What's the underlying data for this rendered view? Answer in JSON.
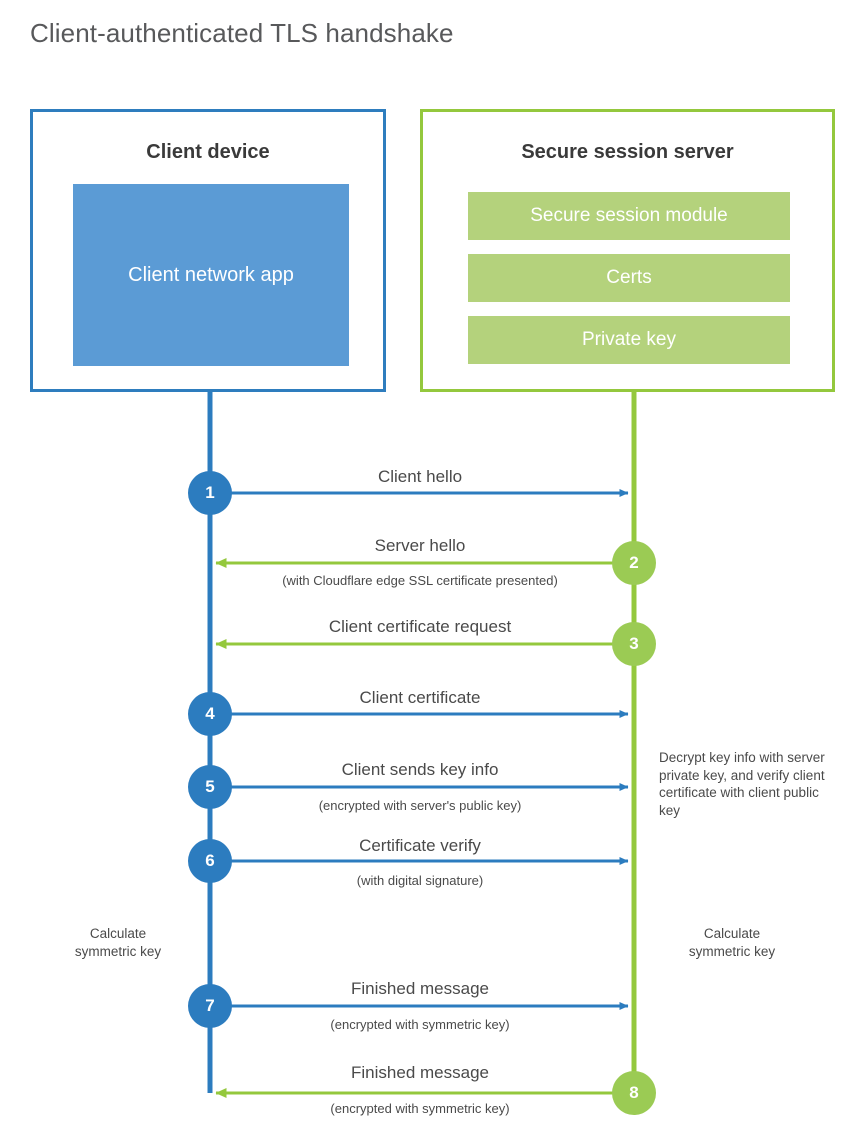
{
  "page": {
    "title": "Client-authenticated TLS handshake",
    "colors": {
      "client_blue": "#2E7DBE",
      "client_app_fill": "#5B9BD5",
      "server_green": "#94C83D",
      "server_bar_fill": "#B4D27C",
      "step_circle_blue": "#2C7CBF",
      "step_circle_green": "#9BCB54",
      "text": "#4a4a4a"
    }
  },
  "client": {
    "title": "Client device",
    "app_label": "Client network app"
  },
  "server": {
    "title": "Secure session server",
    "components": [
      {
        "label": "Secure session module"
      },
      {
        "label": "Certs"
      },
      {
        "label": "Private key"
      }
    ]
  },
  "notes": {
    "decrypt": "Decrypt key info with server private key, and verify client certificate with client public key",
    "calculate_client": "Calculate symmetric key",
    "calculate_server": "Calculate symmetric key"
  },
  "steps": [
    {
      "num": "1",
      "label": "Client hello",
      "sub": "",
      "direction": "client-to-server",
      "color": "blue"
    },
    {
      "num": "2",
      "label": "Server hello",
      "sub": "(with Cloudflare edge SSL certificate presented)",
      "direction": "server-to-client",
      "color": "green"
    },
    {
      "num": "3",
      "label": "Client certificate request",
      "sub": "",
      "direction": "server-to-client",
      "color": "green"
    },
    {
      "num": "4",
      "label": "Client certificate",
      "sub": "",
      "direction": "client-to-server",
      "color": "blue"
    },
    {
      "num": "5",
      "label": "Client sends key info",
      "sub": "(encrypted with server's public key)",
      "direction": "client-to-server",
      "color": "blue"
    },
    {
      "num": "6",
      "label": "Certificate verify",
      "sub": "(with digital signature)",
      "direction": "client-to-server",
      "color": "blue"
    },
    {
      "num": "7",
      "label": "Finished message",
      "sub": "(encrypted with symmetric key)",
      "direction": "client-to-server",
      "color": "blue"
    },
    {
      "num": "8",
      "label": "Finished message",
      "sub": "(encrypted with symmetric key)",
      "direction": "server-to-client",
      "color": "green"
    }
  ]
}
